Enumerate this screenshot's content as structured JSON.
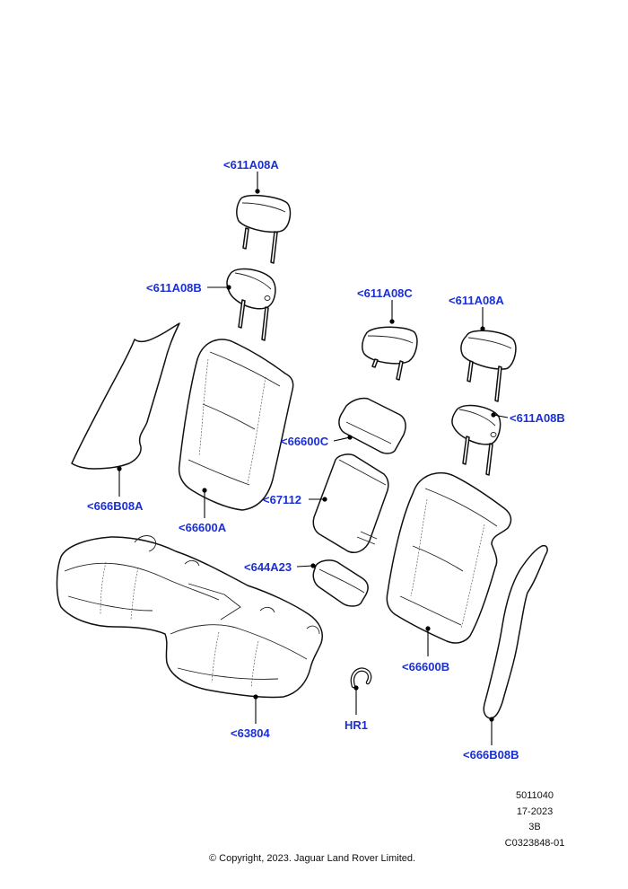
{
  "callouts": {
    "hr_611a08a_left": "<611A08A",
    "hr_611a08b_left": "<611A08B",
    "hr_611a08c": "<611A08C",
    "hr_611a08a_right": "<611A08A",
    "hr_611a08b_right": "<611A08B",
    "armrest_66600c": "<66600C",
    "armrest_67112": "<67112",
    "cupholder_644a23": "<644A23",
    "back_66600a": "<66600A",
    "back_66600b": "<66600B",
    "side_666b08a": "<666B08A",
    "side_666b08b": "<666B08B",
    "cushion_63804": "<63804",
    "hook_hr1": "HR1"
  },
  "meta": {
    "ref_number": "5011040",
    "model_year": "17-2023",
    "section": "3B",
    "illustration_id": "C0323848-01"
  },
  "copyright": "© Copyright, 2023. Jaguar Land Rover Limited.",
  "colors": {
    "callout": "#1a2fd6",
    "line": "#111111"
  }
}
